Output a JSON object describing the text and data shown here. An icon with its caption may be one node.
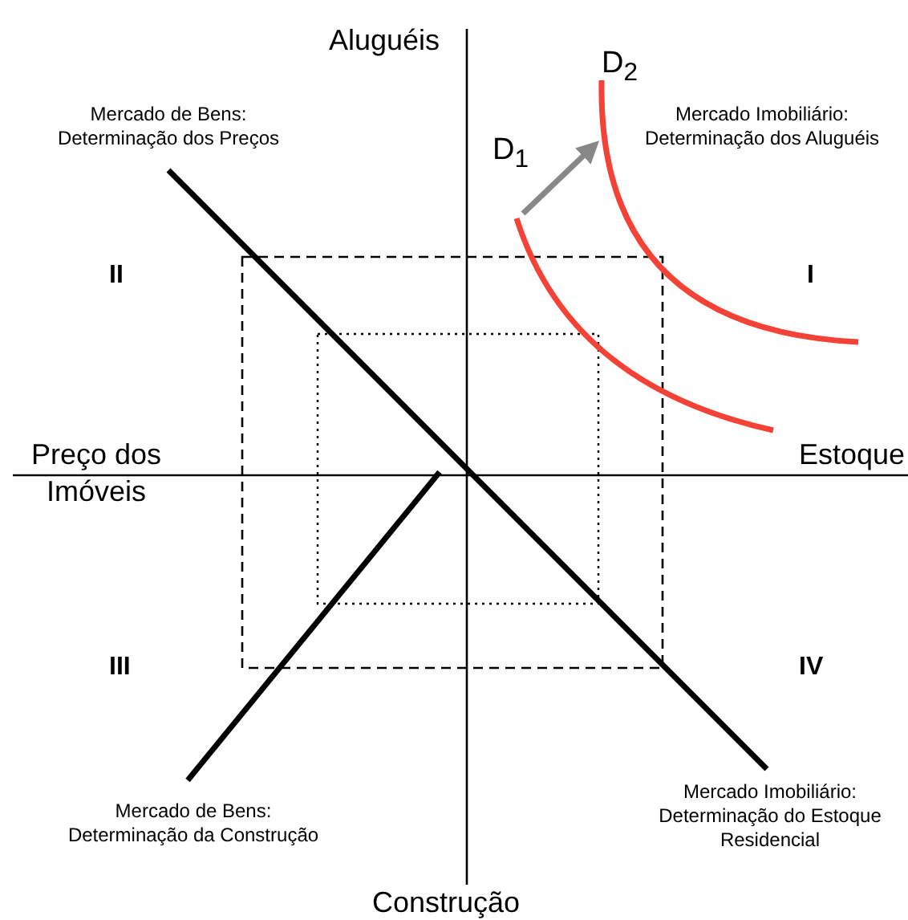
{
  "diagram": {
    "labels": [
      "Aluguéis",
      "D$_{2}$",
      "Mercado de Bens: Determinação dos Preços",
      "Mercado Imobiliário: Determinação dos Aluguéis",
      "D$_{1}$",
      "II",
      "I",
      "Preço dos Imóveis",
      "Estoque",
      "III",
      "IV",
      "Mercado Imobiliário: Determinação do Estoque Residencial",
      "Mercado de Bens: Determinação da Construção",
      "Construção"
    ]
  }
}
